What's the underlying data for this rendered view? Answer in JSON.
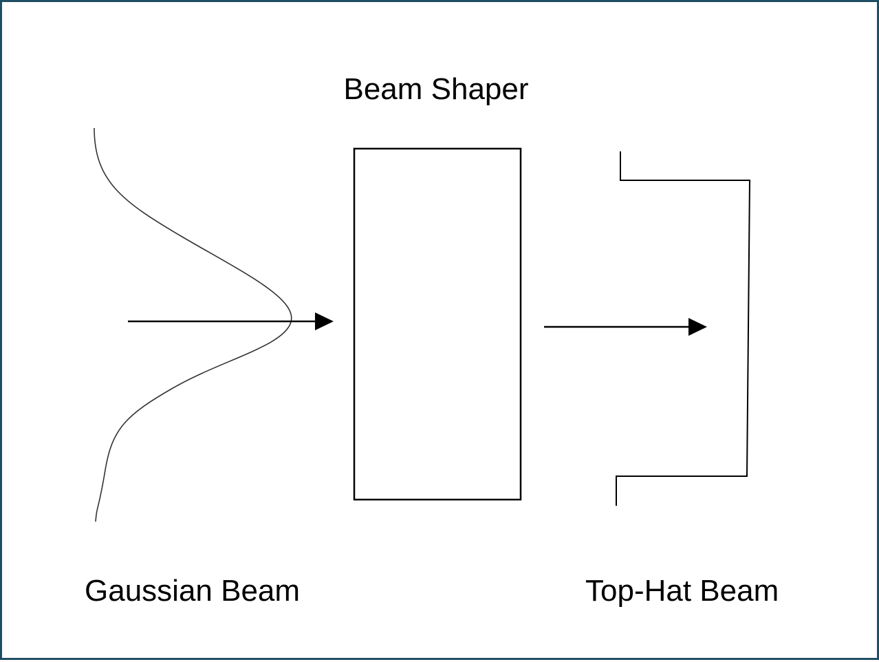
{
  "labels": {
    "shaper": "Beam Shaper",
    "input": "Gaussian Beam",
    "output": "Top-Hat Beam"
  },
  "colors": {
    "frame_border": "#1f4e64",
    "stroke": "#000000",
    "curve": "#333333"
  }
}
